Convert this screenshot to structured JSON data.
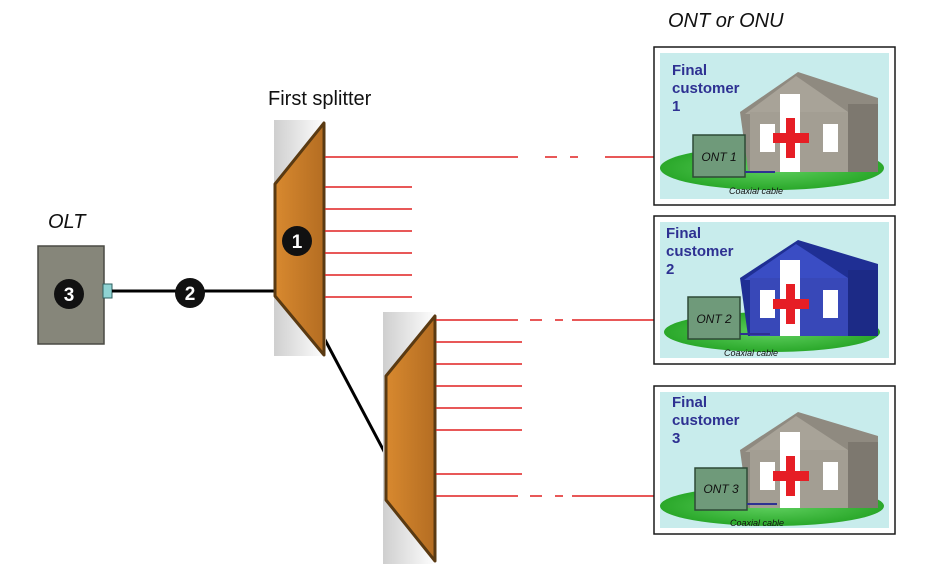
{
  "labels": {
    "first_splitter": "First splitter",
    "olt": "OLT",
    "ont_or_onu": "ONT or ONU"
  },
  "markers": {
    "splitter": "1",
    "fiber": "2",
    "olt": "3"
  },
  "customers": [
    {
      "title_line1": "Final",
      "title_line2": "customer",
      "title_line3": "1",
      "ont": "ONT 1",
      "cable": "Coaxial cable",
      "house_style": "grey-house-icon"
    },
    {
      "title_line1": "Final",
      "title_line2": "customer",
      "title_line3": "2",
      "ont": "ONT 2",
      "cable": "Coaxial cable",
      "house_style": "blue-house-icon"
    },
    {
      "title_line1": "Final",
      "title_line2": "customer",
      "title_line3": "3",
      "ont": "ONT 3",
      "cable": "Coaxial cable",
      "house_style": "grey-house-icon"
    }
  ],
  "colors": {
    "splitter_fill": "#c0782a",
    "splitter_edge": "#5a3a12",
    "fiber_red": "#e02020",
    "olt_box": "#86867a",
    "panel_bg": "#c8ecec",
    "panel_border": "#1a1a1a",
    "customer_text": "#2e3192",
    "ont_box": "#6f9a7a",
    "grass": "#3fbf3f",
    "red_cross": "#e61e25",
    "house_grey": "#9a958a",
    "house_blue": "#2a3aa8"
  }
}
